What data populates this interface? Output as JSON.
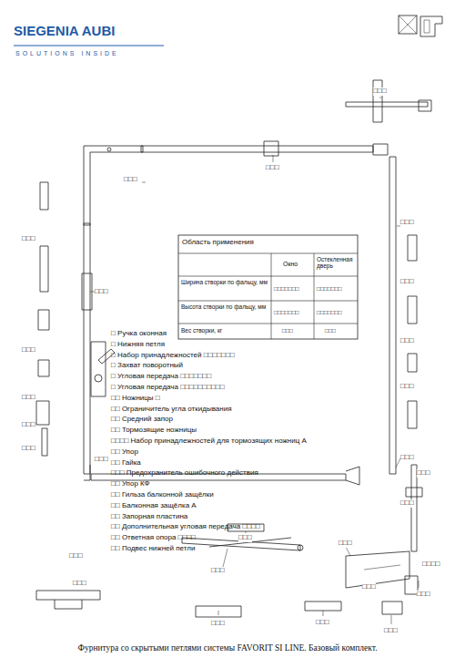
{
  "diagram": {
    "caption": "Фурнитура со скрытыми петлями системы FAVORIT SI LINE. Базовый комплект.",
    "labels": [
      "SIEGENIA AUBI",
      "SOLUTIONS INSIDE",
      "Область применения",
      "Окно",
      "Остекленная дверь",
      "Ширина створки по фальцу, мм",
      "□□□□□□□",
      "□□□□□□□",
      "Высота створки по фальцу, мм",
      "□□□□□□□",
      "□□□□□□□",
      "Вес створки, кг",
      "□□□",
      "□□□",
      "□ Ручка оконная",
      "□ Нижняя петля",
      "□ Набор принадлежностей □□□□□□□",
      "□ Захват поворотный",
      "□ Угловая передача □□□□□□□",
      "□ Угловая передача □□□□□□□□□□",
      "□□ Ножницы □",
      "□□ Ограничитель угла откидывания",
      "□□ Средний запор",
      "□□ Тормозящие ножницы",
      "□□□□ Набор принадлежностей для тормозящих ножниц А",
      "□□ Упор",
      "□□ Гайка",
      "□□□ Предохранитель ошибочного действия",
      "□□ Упор КФ",
      "□□ Гильза балконной защёлки",
      "□□ Балконная защёлка А",
      "□□ Запорная пластина",
      "□□ Дополнительная угловая передача □□□□",
      "□□ Ответная опора □□□□",
      "□□ Подвес нижней петли",
      "□□□",
      "□□□",
      "□□□",
      "□□□",
      "□□□",
      "□□□",
      "□□□",
      "□□□",
      "□□□",
      "□□□",
      "□□□",
      "□□□",
      "□□□",
      "□□□",
      "□□□",
      "□□□",
      "□□□",
      "□□□",
      "□□□",
      "□□□□",
      "□□□",
      "□□□",
      "□□□",
      "□□□",
      "□□□",
      "□□□",
      "□□□",
      "□□□"
    ]
  }
}
